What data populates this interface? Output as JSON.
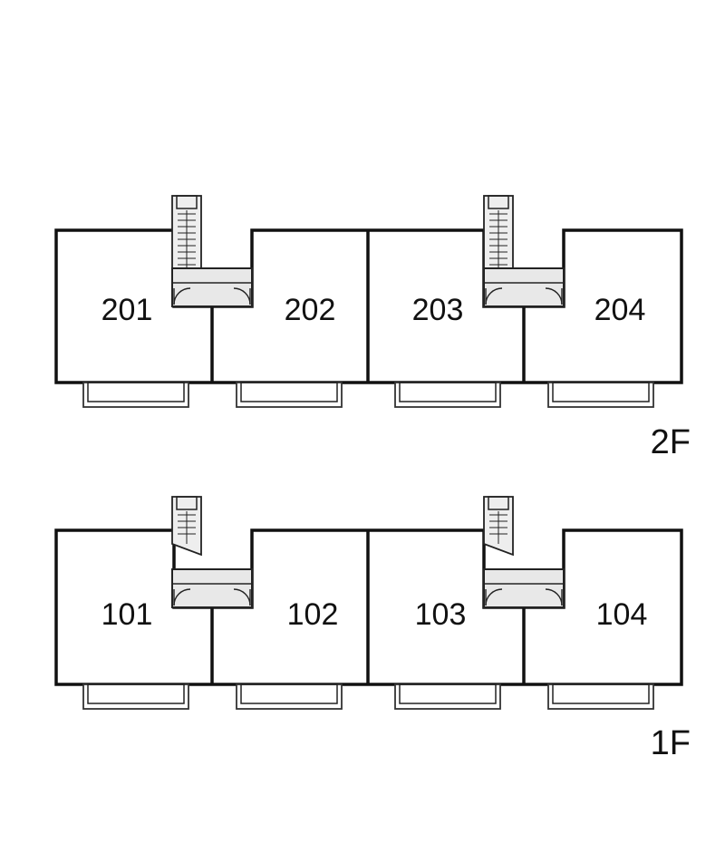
{
  "floors": [
    {
      "key": "2F",
      "label": "2F",
      "rooms": [
        {
          "number": "201"
        },
        {
          "number": "202"
        },
        {
          "number": "203"
        },
        {
          "number": "204"
        }
      ]
    },
    {
      "key": "1F",
      "label": "1F",
      "rooms": [
        {
          "number": "101"
        },
        {
          "number": "102"
        },
        {
          "number": "103"
        },
        {
          "number": "104"
        }
      ]
    }
  ]
}
